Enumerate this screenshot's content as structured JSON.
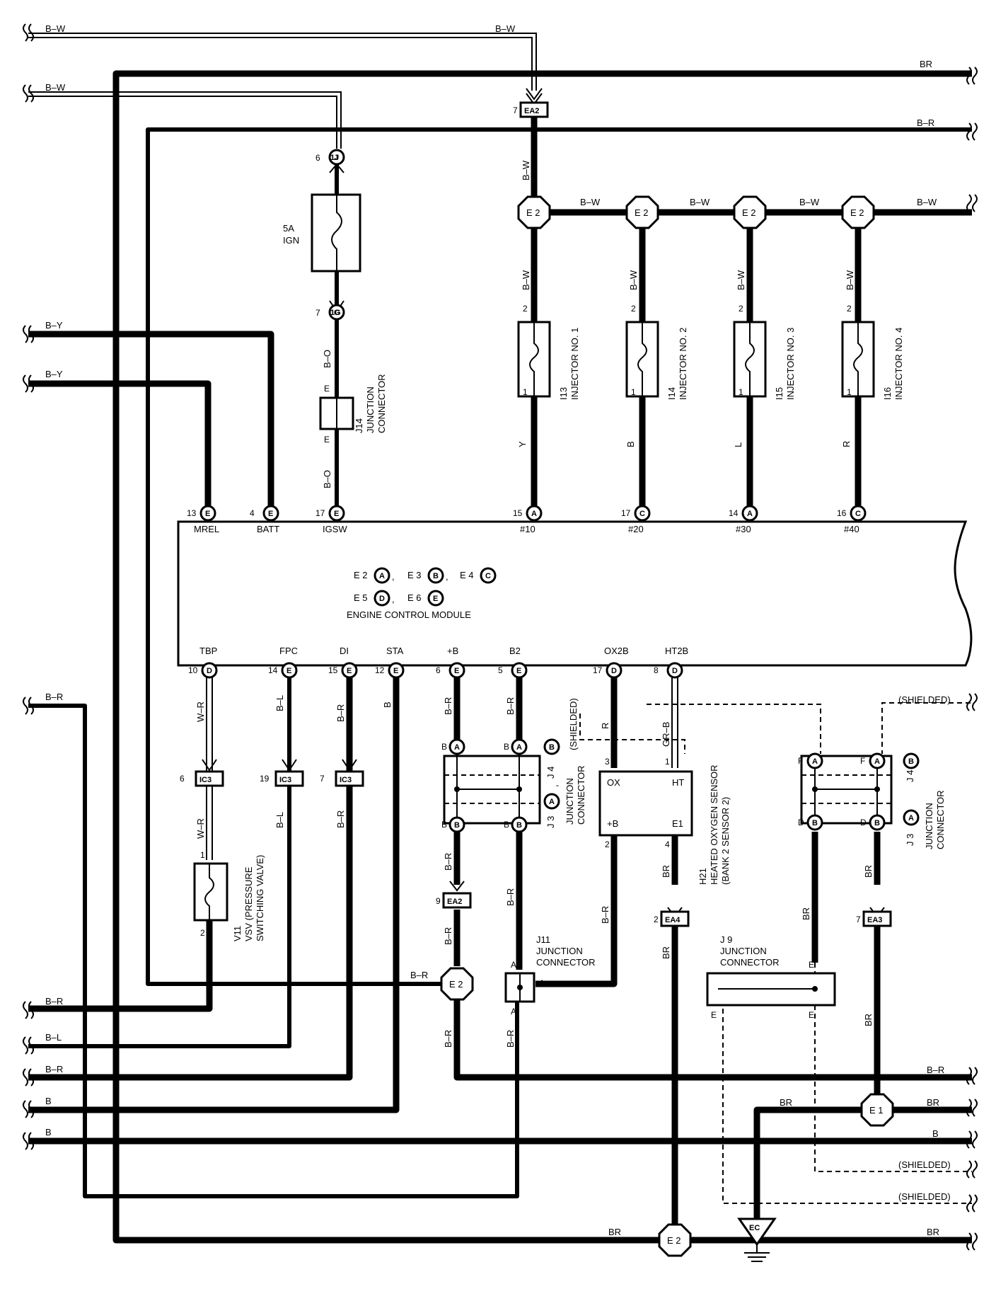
{
  "component": {
    "name": "ENGINE CONTROL MODULE",
    "codes": [
      "E 2",
      "E 3",
      "E 4",
      "E 5",
      "E 6"
    ],
    "code_letters": [
      "A",
      "B",
      "C",
      "D",
      "E"
    ]
  },
  "ecm_top_terminals": [
    {
      "pin": "13",
      "letter": "E",
      "name": "MREL"
    },
    {
      "pin": "4",
      "letter": "E",
      "name": "BATT"
    },
    {
      "pin": "17",
      "letter": "E",
      "name": "IGSW"
    },
    {
      "pin": "15",
      "letter": "A",
      "name": "#10"
    },
    {
      "pin": "17",
      "letter": "C",
      "name": "#20"
    },
    {
      "pin": "14",
      "letter": "A",
      "name": "#30"
    },
    {
      "pin": "16",
      "letter": "C",
      "name": "#40"
    }
  ],
  "ecm_bottom_terminals": [
    {
      "pin": "10",
      "letter": "D",
      "name": "TBP"
    },
    {
      "pin": "14",
      "letter": "E",
      "name": "FPC"
    },
    {
      "pin": "15",
      "letter": "E",
      "name": "DI"
    },
    {
      "pin": "12",
      "letter": "E",
      "name": "STA"
    },
    {
      "pin": "6",
      "letter": "E",
      "name": "+B"
    },
    {
      "pin": "5",
      "letter": "E",
      "name": "B2"
    },
    {
      "pin": "17",
      "letter": "D",
      "name": "OX2B"
    },
    {
      "pin": "8",
      "letter": "D",
      "name": "HT2B"
    }
  ],
  "injectors": [
    {
      "code": "I13",
      "name": "INJECTOR NO. 1",
      "wire_out": "Y"
    },
    {
      "code": "I14",
      "name": "INJECTOR NO. 2",
      "wire_out": "B"
    },
    {
      "code": "I15",
      "name": "INJECTOR NO. 3",
      "wire_out": "L"
    },
    {
      "code": "I16",
      "name": "INJECTOR NO. 4",
      "wire_out": "R"
    }
  ],
  "fuse": {
    "rating": "5A",
    "name": "IGN",
    "conn_top_pin": "6",
    "conn_top": "1J",
    "conn_bottom_pin": "7",
    "conn_bottom": "1G"
  },
  "j14": {
    "code": "J14",
    "line1": "JUNCTION",
    "line2": "CONNECTOR",
    "pin": "E"
  },
  "vsv": {
    "code": "V11",
    "line1": "VSV (PRESSURE",
    "line2": "SWITCHING VALVE)"
  },
  "o2_sensor": {
    "code": "H21",
    "line1": "HEATED OXYGEN SENSOR",
    "line2": "(BANK 2 SENSOR 2)",
    "pins": [
      "OX",
      "HT",
      "+B",
      "E1"
    ],
    "pin_nums": [
      "3",
      "1",
      "2",
      "4"
    ]
  },
  "junctions": {
    "j3": "J 3",
    "j4": "J 4",
    "junction": "JUNCTION",
    "connector": "CONNECTOR",
    "j11": "J11",
    "j9": "J 9"
  },
  "connectors": {
    "ea2": "EA2",
    "ea3": "EA3",
    "ea4": "EA4",
    "ic3": "IC3",
    "e2": "E 2",
    "e1": "E 1",
    "ec": "EC"
  },
  "pin_letters": [
    "A",
    "B",
    "D",
    "F",
    "E"
  ],
  "pin_numbers": [
    "1",
    "2",
    "3",
    "4",
    "5",
    "6",
    "7",
    "9",
    "13",
    "14",
    "15",
    "16",
    "17",
    "19"
  ],
  "wire_colors": [
    "B–W",
    "BR",
    "B–R",
    "B–Y",
    "B–O",
    "B–L",
    "W–R",
    "GR–B",
    "B",
    "Y",
    "L",
    "R"
  ],
  "shielded": "(SHIELDED)"
}
